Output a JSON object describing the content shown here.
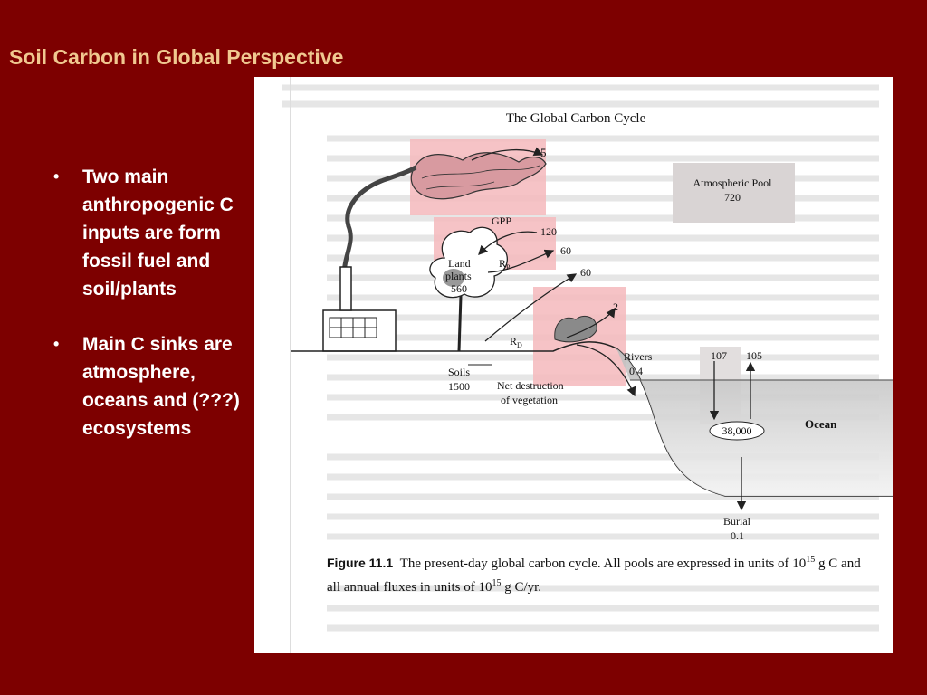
{
  "slide": {
    "title": "Soil Carbon in Global Perspective",
    "bullets": [
      "Two main anthropogenic C inputs are form fossil fuel and soil/plants",
      "Main C sinks are atmosphere, oceans and (???) ecosystems"
    ]
  },
  "figure": {
    "title": "The Global Carbon Cycle",
    "labels": {
      "atmospheric_pool": "Atmospheric Pool",
      "atmospheric_value": "720",
      "fossil_flux": "5",
      "gpp": "GPP",
      "gpp_value": "120",
      "rp": "R",
      "rp_sub": "P",
      "rp_value": "60",
      "rd_value": "60",
      "land_plants": "Land",
      "land_plants2": "plants",
      "land_plants_value": "560",
      "rd": "R",
      "rd_sub": "D",
      "destruction_flux": "2",
      "soils": "Soils",
      "soils_value": "1500",
      "net_destruction": "Net destruction",
      "net_destruction2": "of vegetation",
      "rivers": "Rivers",
      "rivers_value": "0.4",
      "ocean_down": "107",
      "ocean_up": "105",
      "ocean_pool": "38,000",
      "ocean": "Ocean",
      "burial": "Burial",
      "burial_value": "0.1"
    },
    "caption_label": "Figure 11.1",
    "caption_text_1": "The present-day global carbon cycle. All pools are expressed in units of 10",
    "caption_exp": "15",
    "caption_text_2": " g C and all annual fluxes in units of 10",
    "caption_text_3": " g C/yr.",
    "colors": {
      "slide_background": "#7d0000",
      "title_color": "#f0c890",
      "highlight_pink": "#f4b8bc",
      "highlight_gray": "#d9d4d4"
    }
  }
}
